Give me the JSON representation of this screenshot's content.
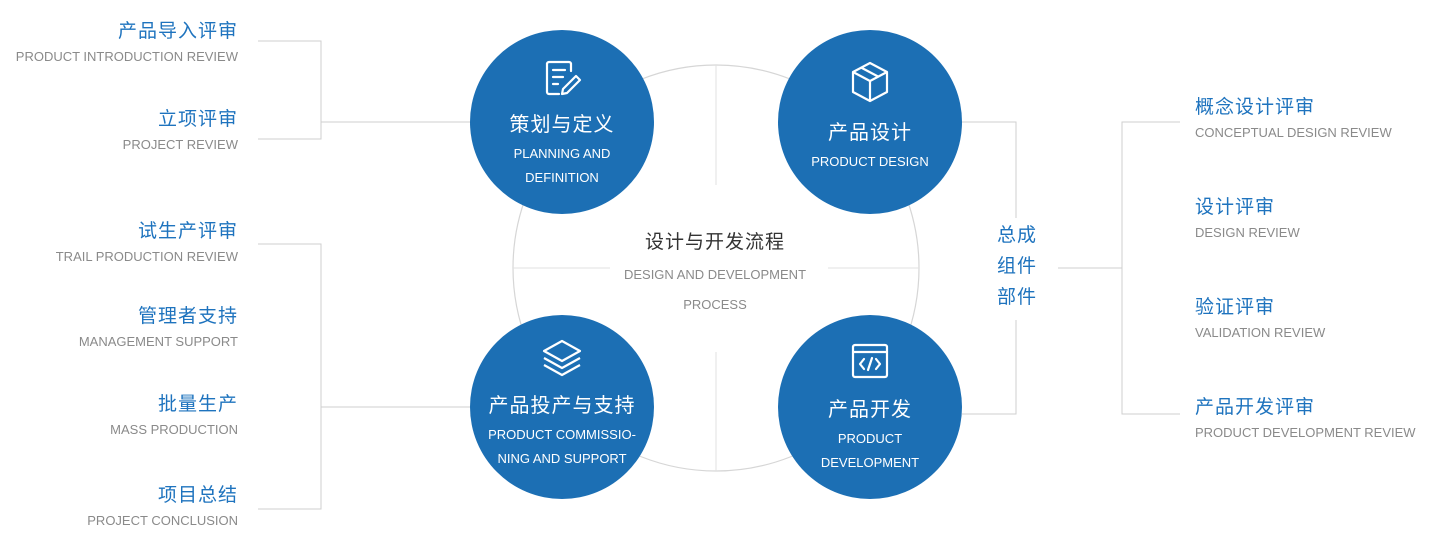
{
  "left_groups": [
    {
      "items": [
        {
          "cn": "产品导入评审",
          "en": "PRODUCT INTRODUCTION REVIEW"
        },
        {
          "cn": "立项评审",
          "en": "PROJECT REVIEW"
        }
      ]
    },
    {
      "items": [
        {
          "cn": "试生产评审",
          "en": "TRAIL PRODUCTION REVIEW"
        },
        {
          "cn": "管理者支持",
          "en": "MANAGEMENT SUPPORT"
        },
        {
          "cn": "批量生产",
          "en": "MASS PRODUCTION"
        },
        {
          "cn": "项目总结",
          "en": "PROJECT CONCLUSION"
        }
      ]
    }
  ],
  "circles": [
    {
      "cn": "策划与定义",
      "en1": "PLANNING AND",
      "en2": "DEFINITION",
      "icon": "document-edit-icon"
    },
    {
      "cn": "产品设计",
      "en1": "PRODUCT DESIGN",
      "en2": "",
      "icon": "cube-icon"
    },
    {
      "cn": "产品投产与支持",
      "en1": "PRODUCT COMMISSIO-",
      "en2": "NING AND SUPPORT",
      "icon": "layers-icon"
    },
    {
      "cn": "产品开发",
      "en1": "PRODUCT",
      "en2": "DEVELOPMENT",
      "icon": "code-window-icon"
    }
  ],
  "center": {
    "cn": "设计与开发流程",
    "en1": "DESIGN AND DEVELOPMENT",
    "en2": "PROCESS"
  },
  "middle_right": {
    "line1": "总成",
    "line2": "组件",
    "line3": "部件"
  },
  "right_items": [
    {
      "cn": "概念设计评审",
      "en": "CONCEPTUAL DESIGN REVIEW"
    },
    {
      "cn": "设计评审",
      "en": "DESIGN REVIEW"
    },
    {
      "cn": "验证评审",
      "en": "VALIDATION REVIEW"
    },
    {
      "cn": "产品开发评审",
      "en": "PRODUCT DEVELOPMENT REVIEW"
    }
  ],
  "colors": {
    "primary": "#1c6fb4",
    "label": "#1e73be",
    "muted": "#8a8a8a",
    "line": "#cfcfcf"
  }
}
